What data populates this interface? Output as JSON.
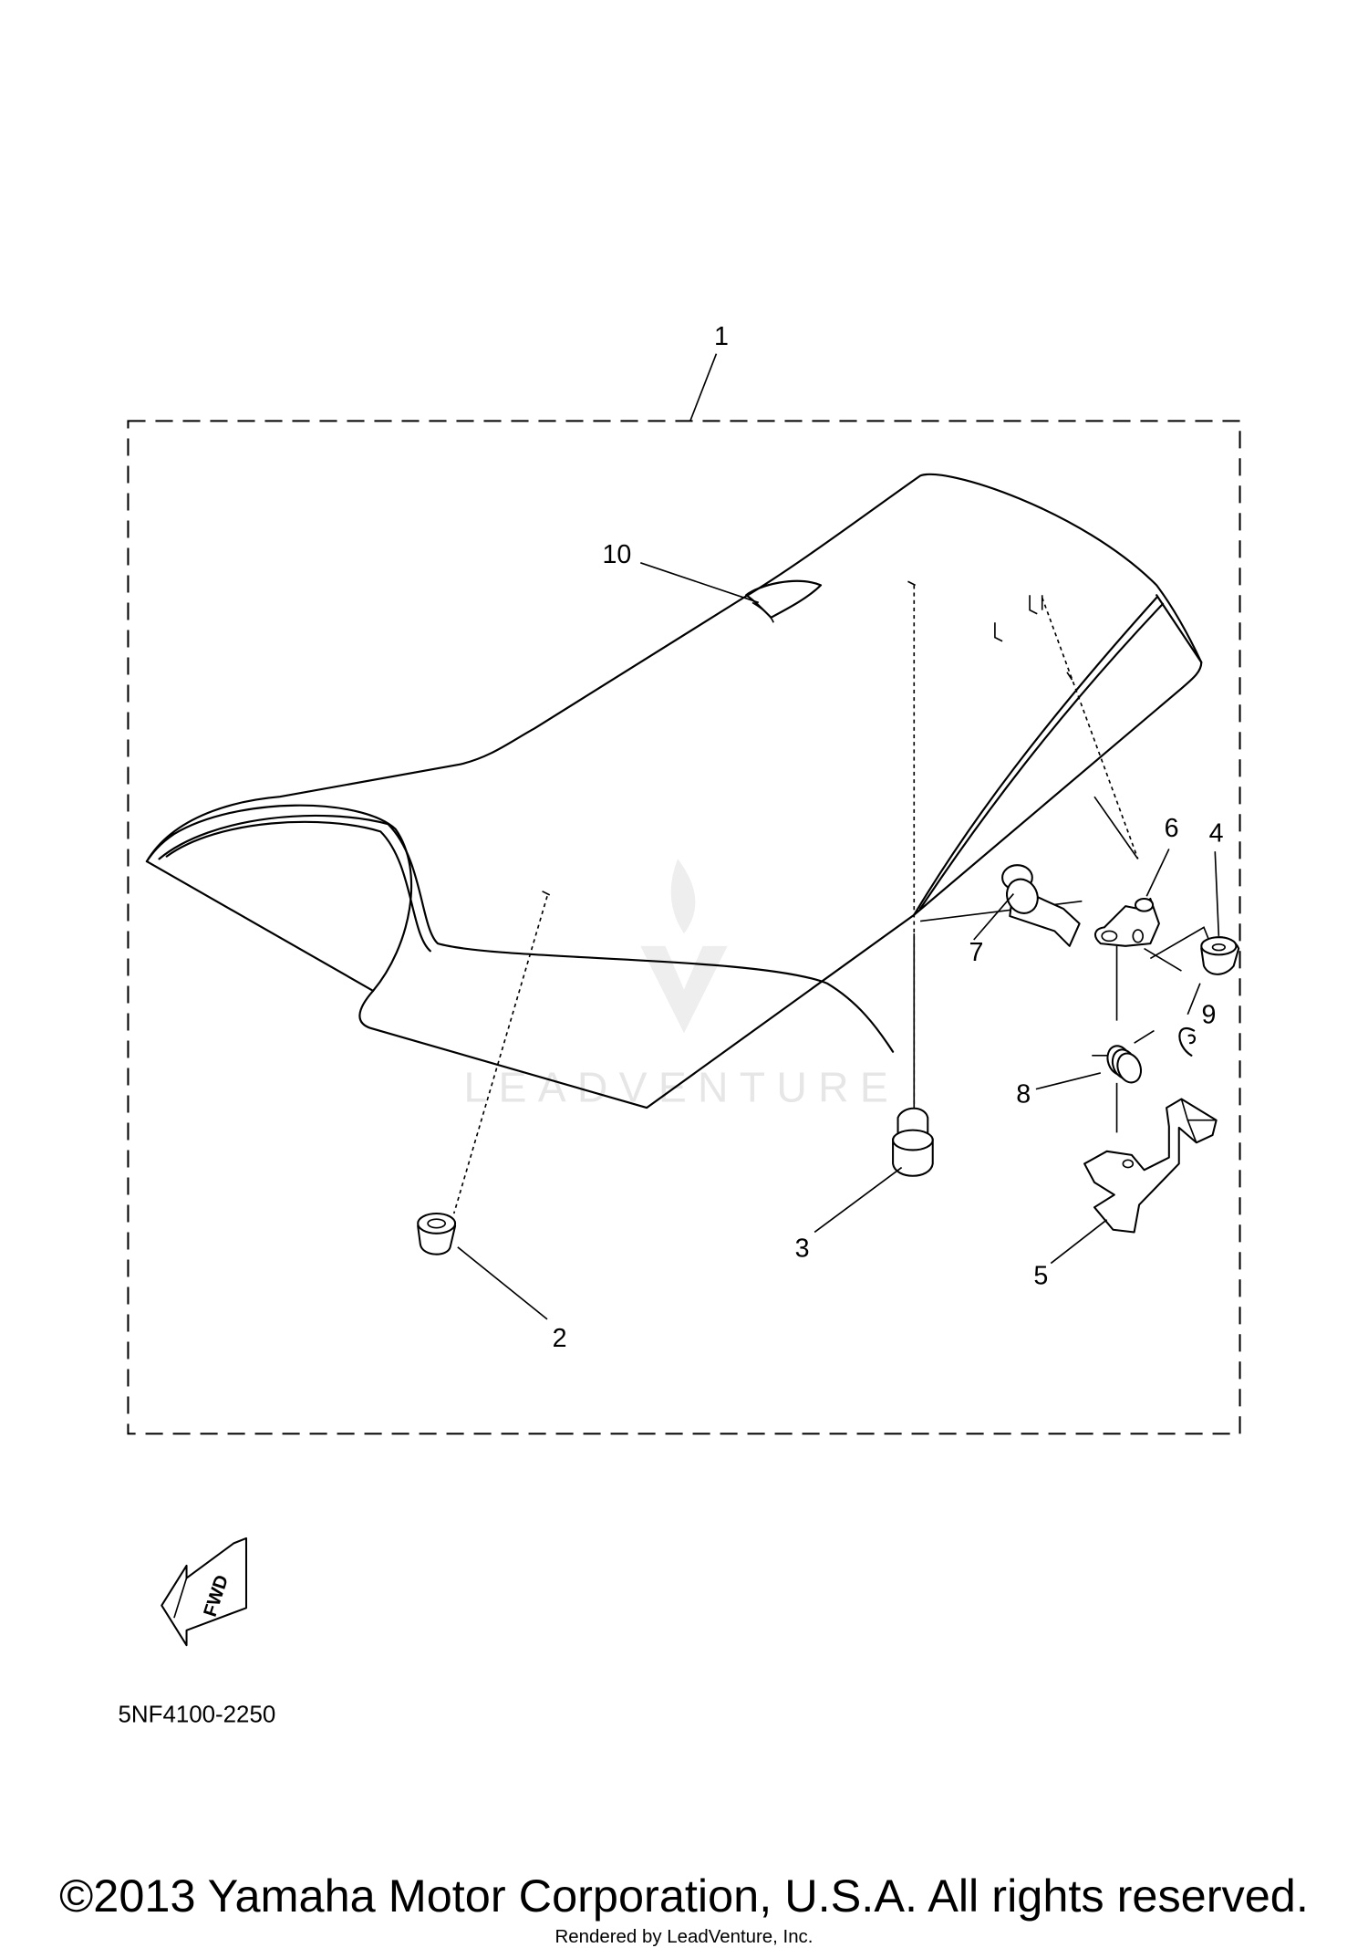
{
  "diagram": {
    "callouts": [
      "1",
      "2",
      "3",
      "4",
      "5",
      "6",
      "7",
      "8",
      "9",
      "10"
    ],
    "fwd_label": "FWD",
    "diagram_code": "5NF4100-2250",
    "watermark": "LEADVENTURE",
    "copyright": "©2013 Yamaha Motor Corporation, U.S.A. All rights reserved.",
    "rendered_by": "Rendered by LeadVenture, Inc."
  }
}
